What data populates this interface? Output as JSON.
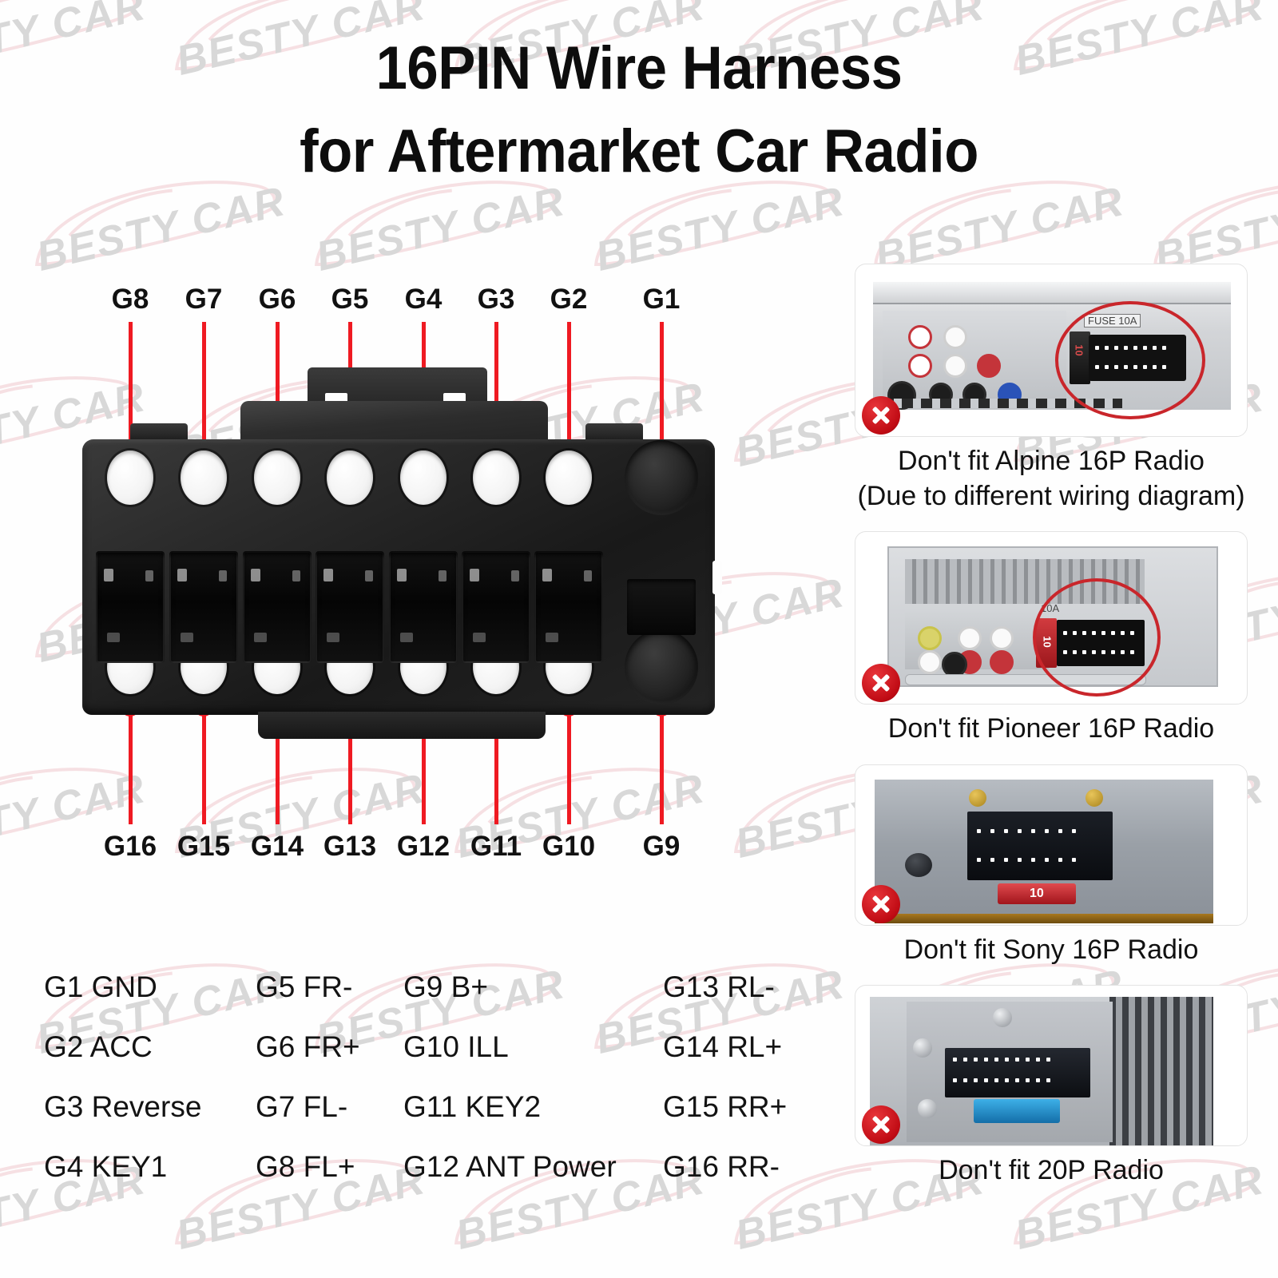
{
  "heading": {
    "line1": "16PIN Wire Harness",
    "line2": "for Aftermarket Car Radio"
  },
  "watermark": {
    "text": "BESTY CAR"
  },
  "diagram": {
    "top_pins": [
      "G8",
      "G7",
      "G6",
      "G5",
      "G4",
      "G3",
      "G2",
      "G1"
    ],
    "bottom_pins": [
      "G16",
      "G15",
      "G14",
      "G13",
      "G12",
      "G11",
      "G10",
      "G9"
    ],
    "leader_color": "#ef1a22",
    "connector_color": "#1f1f1f"
  },
  "legend": {
    "rows": [
      [
        "G1 GND",
        "G5 FR-",
        "G9 B+",
        "G13 RL-"
      ],
      [
        "G2 ACC",
        "G6 FR+",
        "G10 ILL",
        "G14 RL+"
      ],
      [
        "G3 Reverse",
        "G7 FL-",
        "G11 KEY2",
        "G15 RR+"
      ],
      [
        "G4 KEY1",
        "G8 FL+",
        "G12 ANT Power",
        "G16 RR-"
      ]
    ]
  },
  "compatibility": {
    "cards": [
      {
        "caption_line1": "Don't fit Alpine 16P Radio",
        "caption_line2": "(Due to different wiring diagram)",
        "fuse_label": "FUSE 10A",
        "fuse_amp": "10"
      },
      {
        "caption_line1": "Don't fit Pioneer 16P Radio",
        "caption_line2": "",
        "fuse_label": "10A",
        "fuse_amp": "10"
      },
      {
        "caption_line1": "Don't fit Sony 16P Radio",
        "caption_line2": "",
        "fuse_label": "",
        "fuse_amp": "10"
      },
      {
        "caption_line1": "Don't fit 20P Radio",
        "caption_line2": "",
        "fuse_label": "",
        "fuse_amp": ""
      }
    ],
    "badge_color": "#c00b14",
    "highlight_color": "#c9262b"
  }
}
